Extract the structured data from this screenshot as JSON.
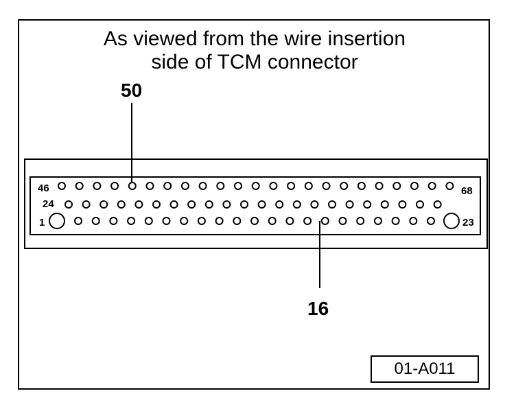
{
  "title_line1": "As viewed from the wire insertion",
  "title_line2": "side of TCM connector",
  "callouts": {
    "top": "50",
    "bottom": "16"
  },
  "pin_labels": {
    "row1_left": "46",
    "row1_right": "68",
    "row2_left": "24",
    "row3_left": "1",
    "row3_right": "23"
  },
  "figure_code": "01-A011"
}
